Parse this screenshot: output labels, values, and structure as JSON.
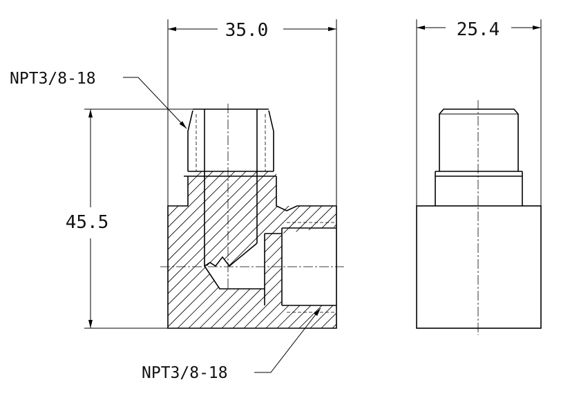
{
  "dimensions": {
    "front_width": "35.0",
    "side_width": "25.4",
    "height": "45.5"
  },
  "callouts": {
    "top_thread": "NPT3/8-18",
    "side_thread": "NPT3/8-18"
  }
}
